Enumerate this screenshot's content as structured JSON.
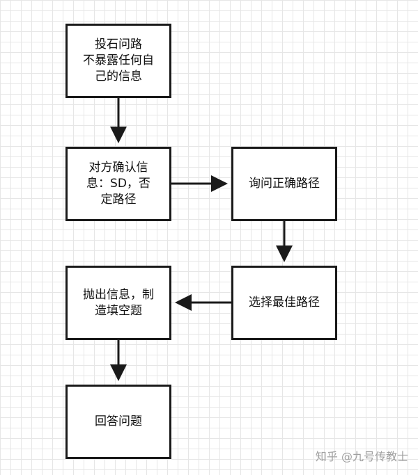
{
  "nodes": [
    {
      "id": "n1",
      "text": "投石问路\n不暴露任何自\n己的信息"
    },
    {
      "id": "n2",
      "text": "对方确认信\n息：SD，否\n定路径"
    },
    {
      "id": "n3",
      "text": "询问正确路径"
    },
    {
      "id": "n4",
      "text": "选择最佳路径"
    },
    {
      "id": "n5",
      "text": "抛出信息，制\n造填空题"
    },
    {
      "id": "n6",
      "text": "回答问题"
    }
  ],
  "edges": [
    {
      "from": "n1",
      "to": "n2"
    },
    {
      "from": "n2",
      "to": "n3"
    },
    {
      "from": "n3",
      "to": "n4"
    },
    {
      "from": "n4",
      "to": "n5"
    },
    {
      "from": "n5",
      "to": "n6"
    }
  ],
  "watermark": "知乎 @九号传教士",
  "colors": {
    "stroke": "#1a1a1a",
    "grid": "#e6e6e6",
    "watermark": "#a0a0a0"
  }
}
